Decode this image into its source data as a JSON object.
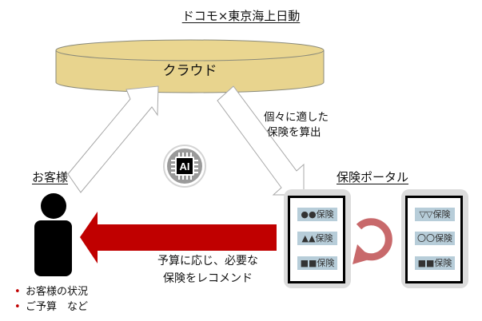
{
  "title": "ドコモ×東京海上日動",
  "cloud": {
    "label": "クラウド"
  },
  "calc_text": {
    "line1": "個々に適した",
    "line2": "保険を算出"
  },
  "ai_badge": {
    "label": "AI",
    "icon": "ai-chip-icon"
  },
  "customer": {
    "label": "お客様",
    "bullets": [
      "お客様の状況",
      "ご予算　など"
    ]
  },
  "recommend_text": {
    "line1": "予算に応じ、必要な",
    "line2": "保険をレコメンド"
  },
  "portal": {
    "label": "保険ポータル",
    "phones": [
      {
        "items": [
          "●●保険",
          "▲▲保険",
          "■■保険"
        ]
      },
      {
        "items": [
          "▽▽保険",
          "〇〇保険",
          "■■保険"
        ]
      }
    ]
  },
  "colors": {
    "cloud_fill": "#e8d48e",
    "recommend_arrow": "#c00000",
    "cycle_arrow": "#c8696b",
    "item_bg": "#b7cdd9"
  }
}
